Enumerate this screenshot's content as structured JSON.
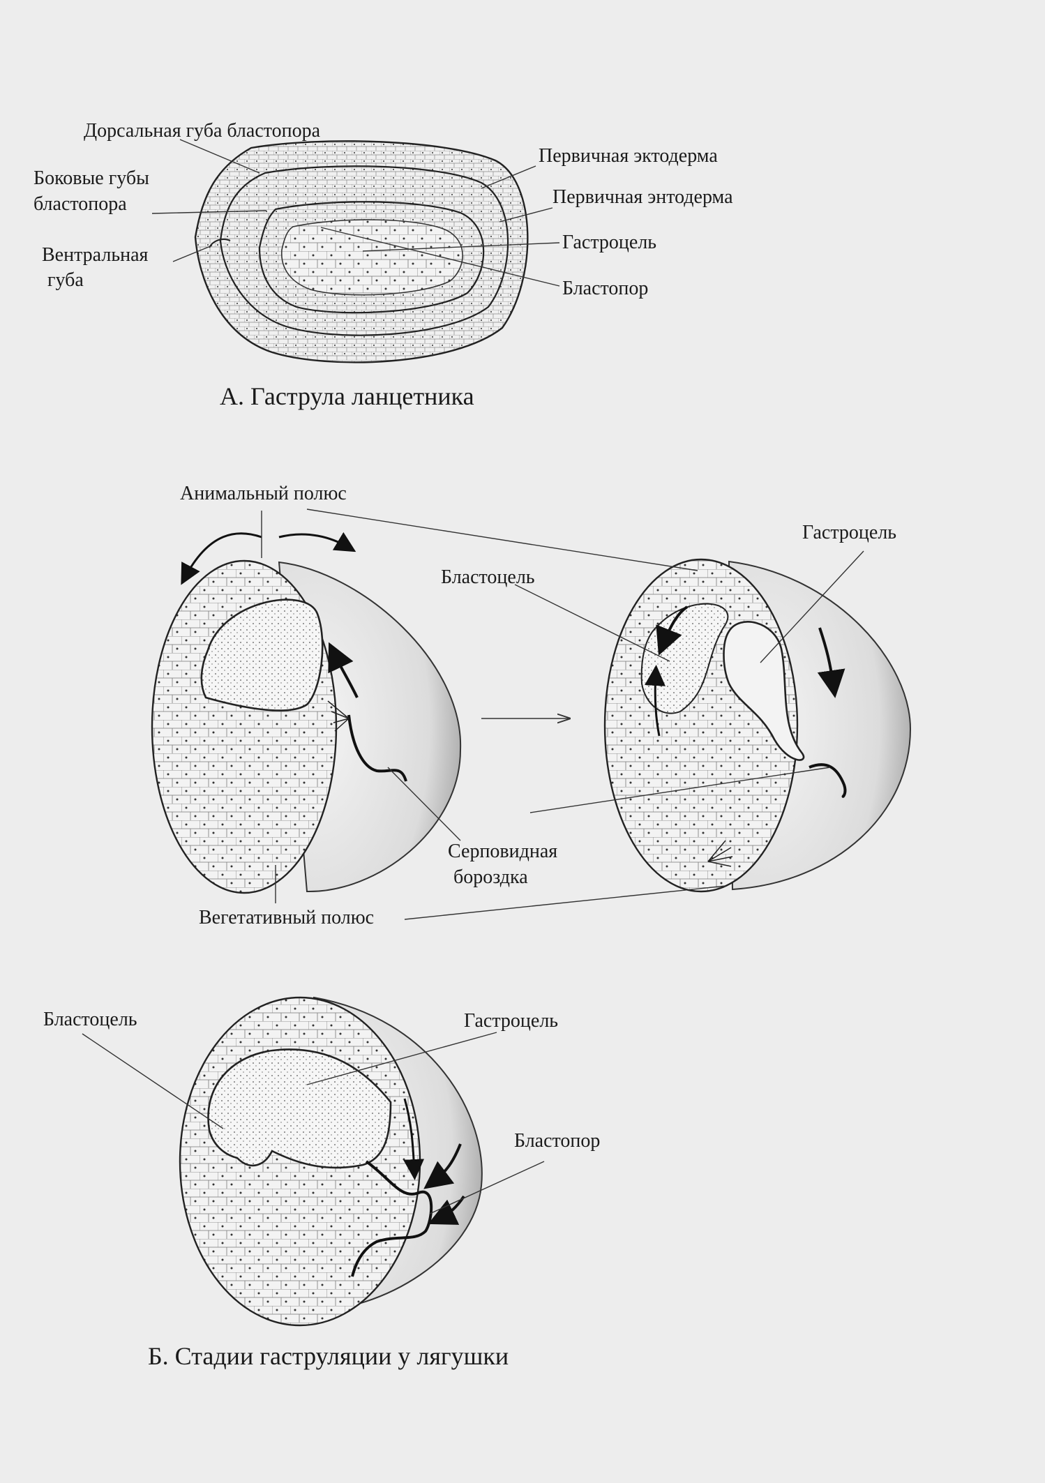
{
  "sectionA": {
    "caption": "А. Гаструла ланцетника",
    "labels": {
      "dorsal_lip": "Дорсальная губа бластопора",
      "lateral_lips_1": "Боковые губы",
      "lateral_lips_2": "бластопора",
      "ventral_lip_1": "Вентральная",
      "ventral_lip_2": "губа",
      "ectoderm": "Первичная эктодерма",
      "endoderm": "Первичная энтодерма",
      "gastrocoel": "Гастроцель",
      "blastopore": "Бластопор"
    }
  },
  "sectionB": {
    "caption": "Б. Стадии гаструляции у лягушки",
    "labels": {
      "animal_pole": "Анимальный полюс",
      "blastocoel_1": "Бластоцель",
      "gastrocoel_1": "Гастроцель",
      "crescent_groove_1": "Серповидная",
      "crescent_groove_2": "бороздка",
      "vegetal_pole": "Вегетативный полюс",
      "blastocoel_2": "Бластоцель",
      "gastrocoel_2": "Гастроцель",
      "blastopore": "Бластопор"
    }
  }
}
